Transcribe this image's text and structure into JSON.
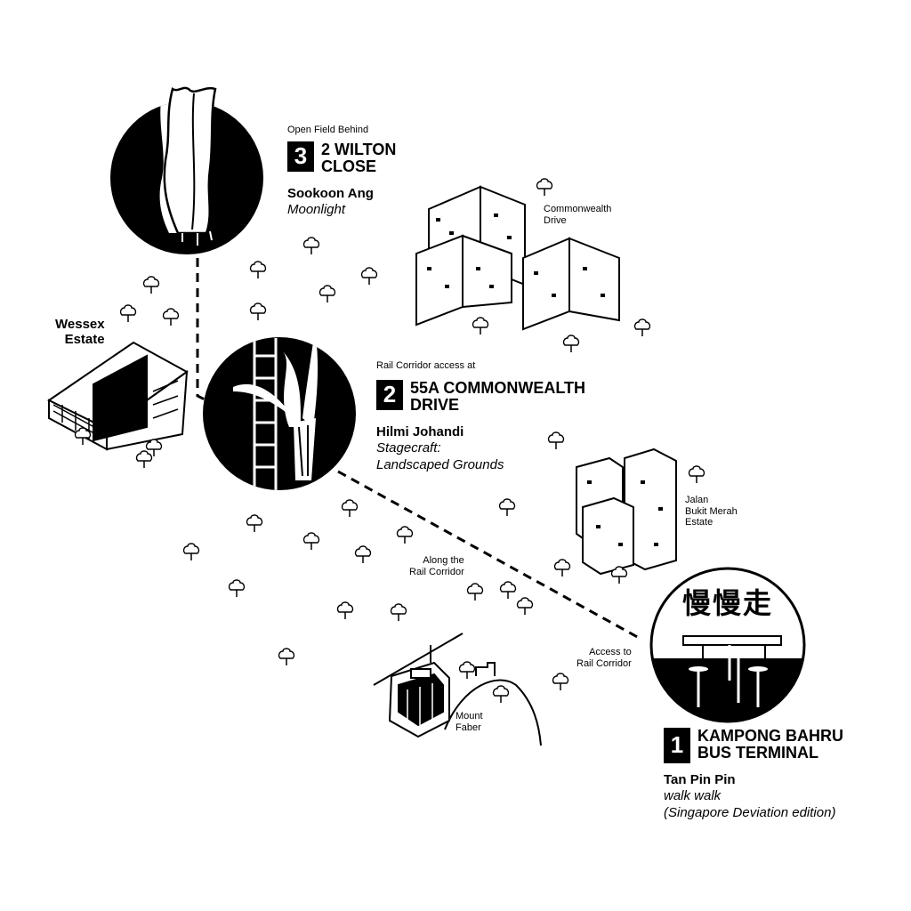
{
  "stops": [
    {
      "number": "1",
      "name_line1": "KAMPONG BAHRU",
      "name_line2": "BUS TERMINAL",
      "artist": "Tan Pin Pin",
      "work_line1": "walk walk",
      "work_line2": "(Singapore Deviation edition)",
      "circle_text": "慢慢走"
    },
    {
      "number": "2",
      "prefix": "Rail Corridor access at",
      "name_line1": "55A COMMONWEALTH",
      "name_line2": "DRIVE",
      "artist": "Hilmi Johandi",
      "work_line1": "Stagecraft:",
      "work_line2": "Landscaped Grounds"
    },
    {
      "number": "3",
      "prefix": "Open Field Behind",
      "name_line1": "2 WILTON",
      "name_line2": "CLOSE",
      "artist": "Sookoon Ang",
      "work_line1": "Moonlight"
    }
  ],
  "landmarks": {
    "wessex": [
      "Wessex",
      "Estate"
    ],
    "commonwealth": [
      "Commonwealth",
      "Drive"
    ],
    "jalan": [
      "Jalan",
      "Bukit Merah",
      "Estate"
    ],
    "mount_faber": [
      "Mount",
      "Faber"
    ]
  },
  "route_labels": {
    "along": [
      "Along the",
      "Rail Corridor"
    ],
    "access": [
      "Access to",
      "Rail Corridor"
    ]
  },
  "icons": {
    "tree": "tree-icon",
    "building": "apartment-block-icon",
    "cable_car": "cable-car-icon"
  },
  "colors": {
    "ink": "#000000",
    "paper": "#ffffff"
  }
}
